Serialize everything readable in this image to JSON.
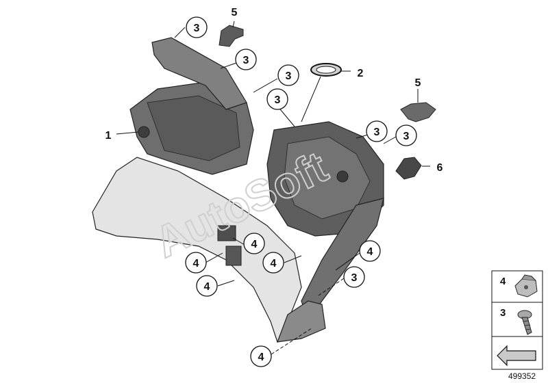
{
  "callouts": [
    {
      "label": "3"
    },
    {
      "label": "5"
    },
    {
      "label": "3"
    },
    {
      "label": "3"
    },
    {
      "label": "2"
    },
    {
      "label": "3"
    },
    {
      "label": "5"
    },
    {
      "label": "1"
    },
    {
      "label": "3"
    },
    {
      "label": "3"
    },
    {
      "label": "6"
    },
    {
      "label": "4"
    },
    {
      "label": "4"
    },
    {
      "label": "4"
    },
    {
      "label": "4"
    },
    {
      "label": "4"
    },
    {
      "label": "3"
    },
    {
      "label": "4"
    }
  ],
  "legend": {
    "items": [
      {
        "label": "4",
        "icon": "clip-nut-icon"
      },
      {
        "label": "3",
        "icon": "screw-icon"
      }
    ],
    "arrow_icon": "navigation-arrow-icon"
  },
  "reference_number": "499352",
  "watermark": "AutoSoft",
  "colors": {
    "part_dark": "#5a5a5a",
    "part_mid": "#8a8a8a",
    "part_light": "#d9d9d9",
    "outline": "#222222"
  }
}
